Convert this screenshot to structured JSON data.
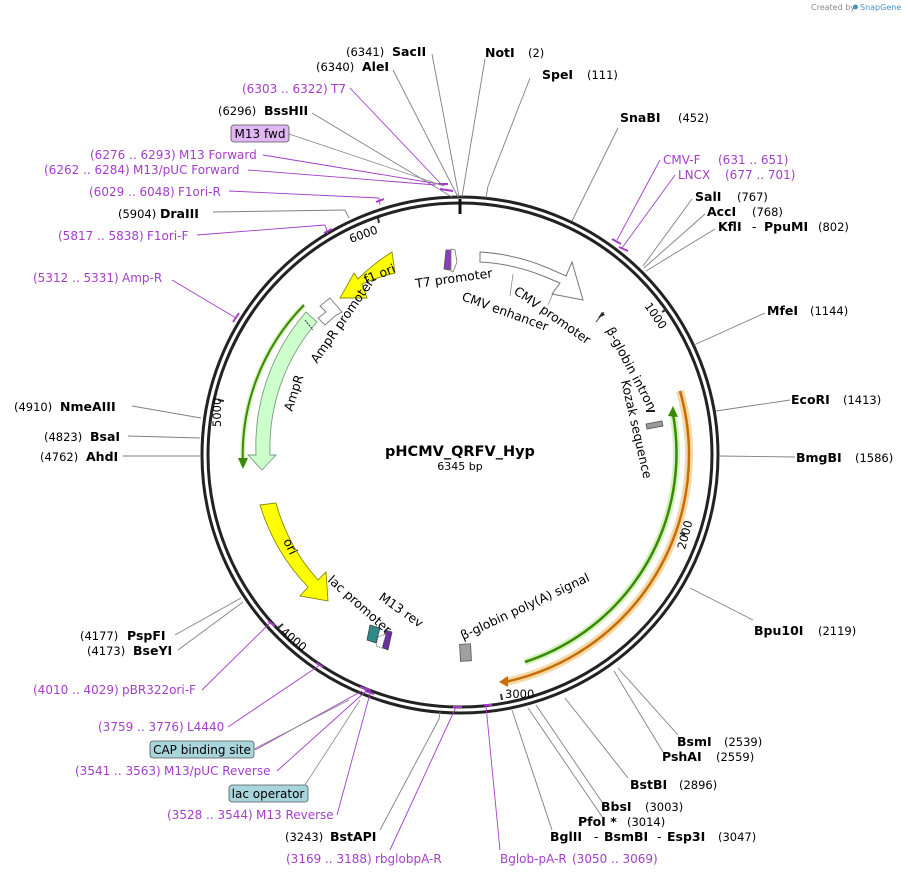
{
  "credit": {
    "prefix": "Created by",
    "brand": "SnapGene"
  },
  "plasmid": {
    "name": "pHCMV_QRFV_Hyp",
    "size": "6345 bp"
  },
  "ticks": [
    "1000",
    "2000",
    "3000",
    "4000",
    "5000",
    "6000"
  ],
  "sites": [
    {
      "pos": "(6341)",
      "name": "SacII"
    },
    {
      "pos": "(6340)",
      "name": "AleI"
    },
    {
      "pos": "(6296)",
      "name": "BssHII"
    },
    {
      "name": "DraIII",
      "pos": "(5904)"
    },
    {
      "pos": "(4910)",
      "name": "NmeAIII"
    },
    {
      "pos": "(4823)",
      "name": "BsaI"
    },
    {
      "pos": "(4762)",
      "name": "AhdI"
    },
    {
      "pos": "(4177)",
      "name": "PspFI"
    },
    {
      "pos": "(4173)",
      "name": "BseYI"
    },
    {
      "name": "NotI",
      "pos": "(2)"
    },
    {
      "name": "SpeI",
      "pos": "(111)"
    },
    {
      "name": "SnaBI",
      "pos": "(452)"
    },
    {
      "name": "SalI",
      "pos": "(767)"
    },
    {
      "name": "AccI",
      "pos": "(768)"
    },
    {
      "name": "KflI",
      "sep": "-",
      "name2": "PpuMI",
      "pos": "(802)"
    },
    {
      "name": "MfeI",
      "pos": "(1144)"
    },
    {
      "name": "EcoRI",
      "pos": "(1413)"
    },
    {
      "name": "BmgBI",
      "pos": "(1586)"
    },
    {
      "name": "Bpu10I",
      "pos": "(2119)"
    },
    {
      "name": "BsmI",
      "pos": "(2539)"
    },
    {
      "name": "PshAI",
      "pos": "(2559)"
    },
    {
      "name": "BstBI",
      "pos": "(2896)"
    },
    {
      "name": "BbsI",
      "pos": "(3003)"
    },
    {
      "name": "PfoI *",
      "pos": "(3014)"
    },
    {
      "name": "BglII",
      "sep": "-",
      "name2": "BsmBI",
      "sep2": "-",
      "name3": "Esp3I",
      "pos": "(3047)"
    },
    {
      "pos": "(3243)",
      "name": "BstAPI"
    }
  ],
  "primers": [
    {
      "range": "(6303 .. 6322)",
      "name": "T7"
    },
    {
      "range": "(6276 .. 6293)",
      "name": "M13 Forward"
    },
    {
      "range": "(6262 .. 6284)",
      "name": "M13/pUC Forward"
    },
    {
      "range": "(6029 .. 6048)",
      "name": "F1ori-R"
    },
    {
      "range": "(5817 .. 5838)",
      "name": "F1ori-F"
    },
    {
      "range": "(5312 .. 5331)",
      "name": "Amp-R"
    },
    {
      "name": "CMV-F",
      "range": "(631 .. 651)"
    },
    {
      "name": "LNCX",
      "range": "(677 .. 701)"
    },
    {
      "range": "(4010 .. 4029)",
      "name": "pBR322ori-F"
    },
    {
      "range": "(3759 .. 3776)",
      "name": "L4440"
    },
    {
      "range": "(3541 .. 3563)",
      "name": "M13/pUC Reverse"
    },
    {
      "range": "(3528 .. 3544)",
      "name": "M13 Reverse"
    },
    {
      "range": "(3169 .. 3188)",
      "name": "rbglobpA-R"
    },
    {
      "name": "Bglob-pA-R",
      "range": "(3050 .. 3069)"
    }
  ],
  "boxed": {
    "m13fwd": "M13 fwd",
    "cap": "CAP binding site",
    "lacop": "lac operator"
  },
  "features": {
    "t7": "T7 promoter",
    "cmv_enh": "CMV enhancer",
    "cmv_prom": "CMV promoter",
    "bglobin_intron": "β-globin intron",
    "kozak": "Kozak sequence",
    "polya": "β-globin poly(A) signal",
    "m13rev": "M13 rev",
    "lac": "lac promoter",
    "ori": "ori",
    "ampr": "AmpR",
    "ampr_prom": "AmpR promoter",
    "f1ori": "f1 ori"
  },
  "colors": {
    "primer": "#a33ec9",
    "f1ori_fill": "#ffff00",
    "ampr_fill": "#ccffcc",
    "orf_green": "#3a8a00",
    "orf_orange": "#c76d00",
    "box_blue": "#a8d4dc",
    "box_purple": "#e1b6f4"
  }
}
